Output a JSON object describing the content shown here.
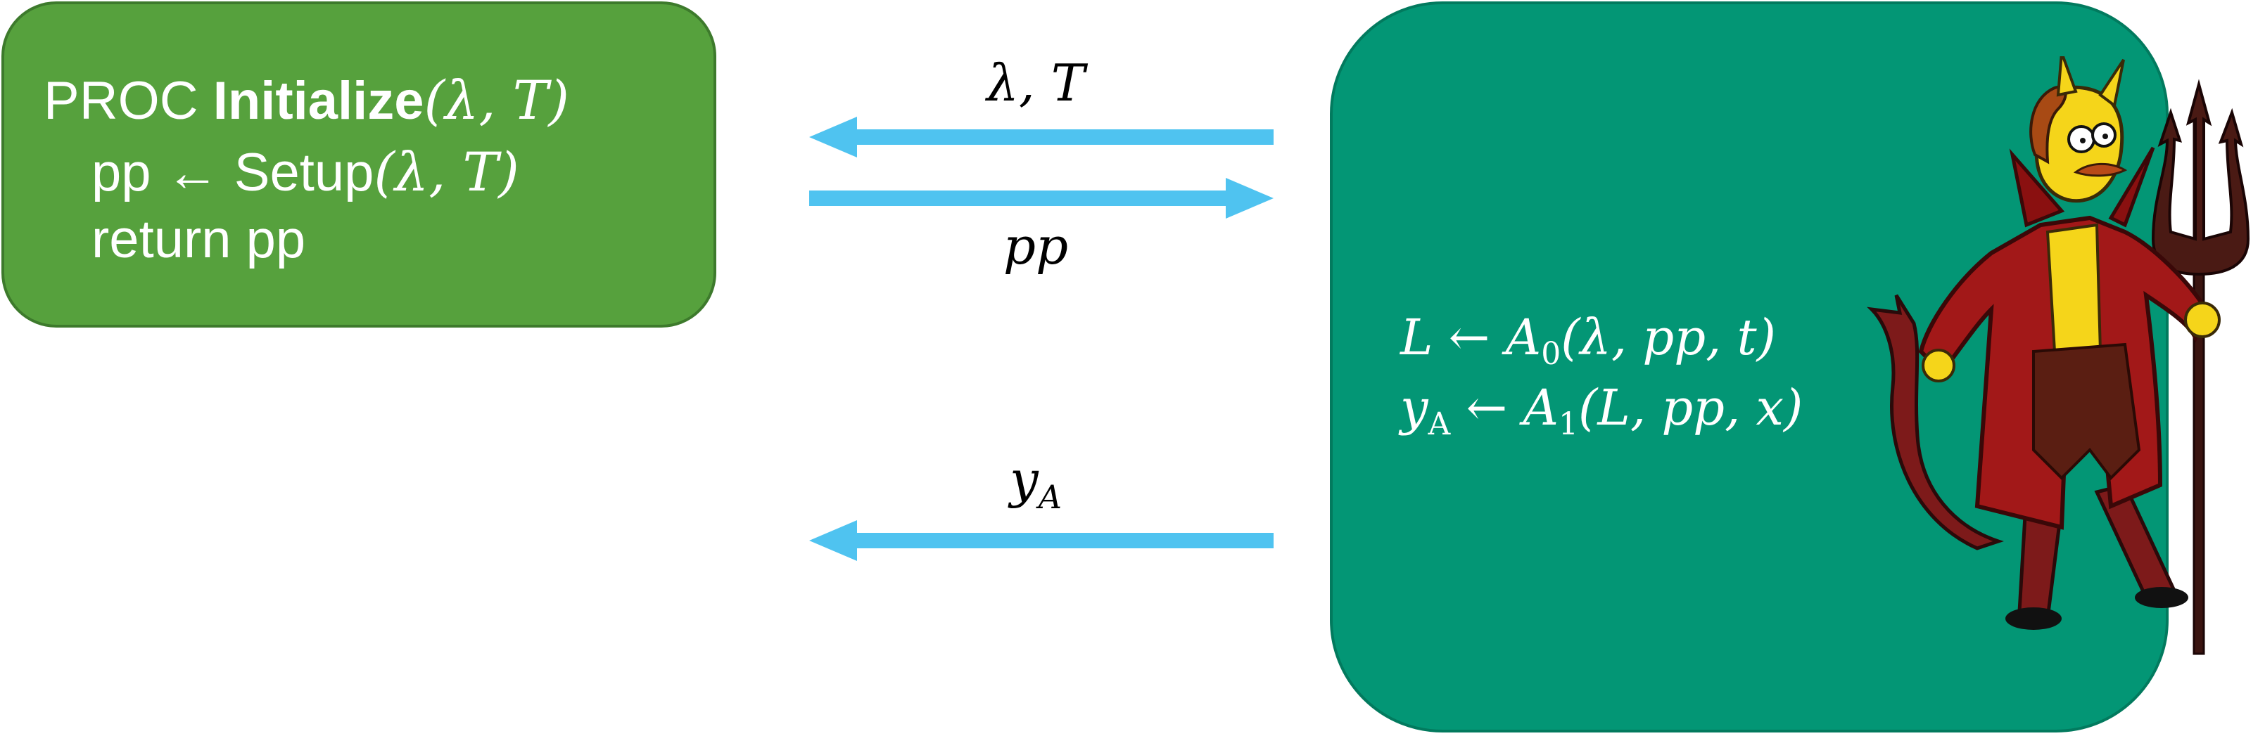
{
  "procedure": {
    "keyword": "PROC",
    "name": "Initialize",
    "params": "(λ, T)",
    "setup_lhs": "pp ← Setup",
    "setup_args": "(λ, T)",
    "return_line": "return pp"
  },
  "messages": {
    "to_challenger": "λ, T",
    "to_adversary": "pp",
    "final": "y",
    "final_sub": "A"
  },
  "adversary": {
    "line1_prefix": "L ← A",
    "line1_sub": "0",
    "line1_args": "(λ, pp, t)",
    "line2_lhs": "y",
    "line2_lhs_sub": "A",
    "line2_mid": " ← A",
    "line2_sub": "1",
    "line2_args": "(L, pp, x)"
  },
  "colors": {
    "proc_box": "#56a13d",
    "adversary_box": "#039675",
    "arrow": "#4fc3f0"
  },
  "icons": {
    "adversary_figure": "devil-character-icon"
  }
}
